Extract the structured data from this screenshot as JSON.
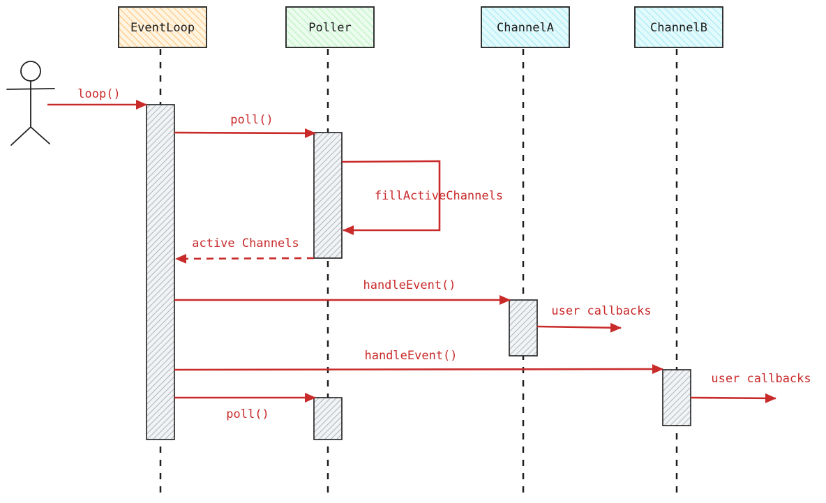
{
  "colors": {
    "message": "#c92a2a",
    "stroke": "#1e1e1e",
    "eventloop_fill": "#ffd8a8",
    "poller_fill": "#b2f2bb",
    "channel_fill": "#99e9f2",
    "activation_hatch": "#adb5bd"
  },
  "participants": {
    "eventloop": "EventLoop",
    "poller": "Poller",
    "channelA": "ChannelA",
    "channelB": "ChannelB"
  },
  "actor": {
    "icon": "stick-figure-actor-icon"
  },
  "messages": {
    "loop": "loop()",
    "poll_1": "poll()",
    "fill_active_channels": "fillActiveChannels",
    "active_channels": "active Channels",
    "handle_event_a": "handleEvent()",
    "user_callbacks_a": "user callbacks",
    "handle_event_b": "handleEvent()",
    "user_callbacks_b": "user callbacks",
    "poll_2": "poll()"
  }
}
